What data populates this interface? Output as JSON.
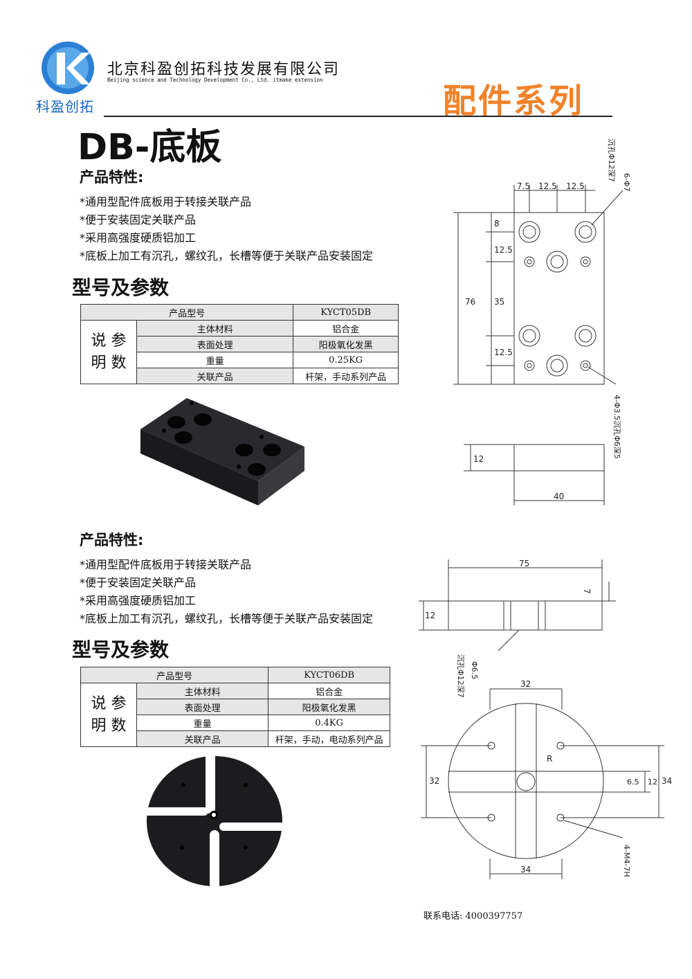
{
  "header": {
    "company_cn": "北京科盈创拓科技发展有限公司",
    "company_en": "Beijing science and Technology Development Co., Ltd. itmake extension",
    "logo_text": "科盈创拓",
    "series": "配件系列"
  },
  "page_title": "DB-底板",
  "sections": [
    {
      "features_title": "产品特性:",
      "features": [
        "*通用型配件底板用于转接关联产品",
        "*便于安装固定关联产品",
        "*采用高强度硬质铝加工",
        "*底板上加工有沉孔，螺纹孔，长槽等便于关联产品安装固定"
      ],
      "params_title": "型号及参数",
      "table": {
        "model_label": "产品型号",
        "model": "KYCT05DB",
        "side_label_1": "说 参",
        "side_label_2": "明 数",
        "rows": [
          {
            "k": "主体材料",
            "v": "铝合金"
          },
          {
            "k": "表面处理",
            "v": "阳极氧化发黑"
          },
          {
            "k": "重量",
            "v": "0.25KG"
          },
          {
            "k": "关联产品",
            "v": "杆架，手动系列产品"
          }
        ]
      },
      "drawing": {
        "dims_top": [
          "7.5",
          "12.5",
          "12.5"
        ],
        "dims_left": [
          "8",
          "12.5",
          "35",
          "12.5"
        ],
        "total_height": "76",
        "note_top": "沉孔Φ12深7",
        "note_top2": "6-Φ7",
        "note_bottom": "4-Φ3.5沉孔Φ6深5",
        "side_thickness": "12",
        "side_width": "40"
      }
    },
    {
      "features_title": "产品特性:",
      "features": [
        "*通用型配件底板用于转接关联产品",
        "*便于安装固定关联产品",
        "*采用高强度硬质铝加工",
        "*底板上加工有沉孔，螺纹孔，长槽等便于关联产品安装固定"
      ],
      "params_title": "型号及参数",
      "table": {
        "model_label": "产品型号",
        "model": "KYCT06DB",
        "side_label_1": "说 参",
        "side_label_2": "明 数",
        "rows": [
          {
            "k": "主体材料",
            "v": "铝合金"
          },
          {
            "k": "表面处理",
            "v": "阳极氧化发黑"
          },
          {
            "k": "重量",
            "v": "0.4KG"
          },
          {
            "k": "关联产品",
            "v": "杆架，手动，电动系列产品"
          }
        ]
      },
      "drawing": {
        "width": "75",
        "depth": "7",
        "thickness": "12",
        "note_hole": "沉孔Φ12深7",
        "note_hole2": "Φ6.5",
        "dim_top": "32",
        "dim_bottom": "34",
        "dim_left": "32",
        "dim_right": "34",
        "dim_slot1": "6.5",
        "dim_slot2": "12",
        "radius": "R",
        "note_thread": "4-M4-7H"
      }
    }
  ],
  "footer": "联系电话: 4000397757",
  "colors": {
    "accent": "#f0822a",
    "logo_blue": "#1565c0"
  }
}
